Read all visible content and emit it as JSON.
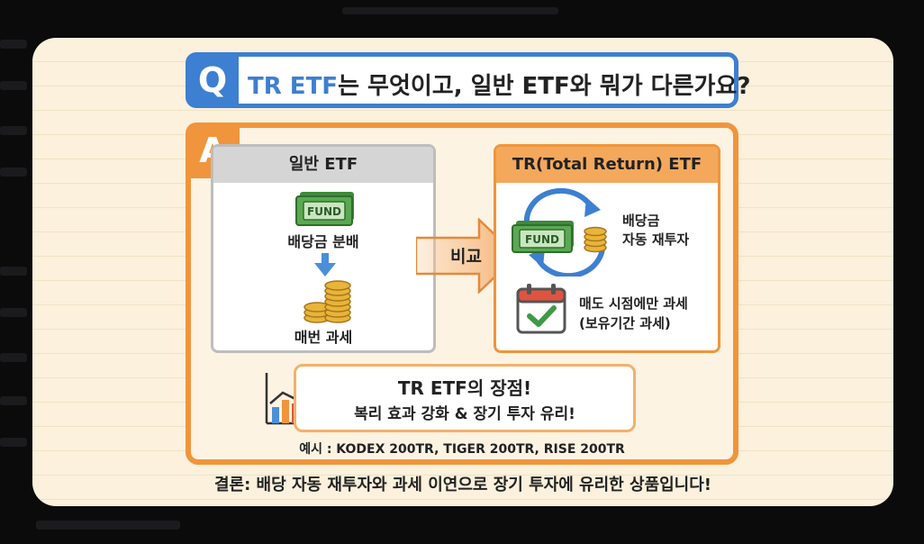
{
  "question": {
    "badge": "Q",
    "highlight": "TR ETF",
    "text": "는 무엇이고, 일반 ETF와 뭐가 다른가요?"
  },
  "answer": {
    "badge": "A",
    "left_box": {
      "header": "일반 ETF",
      "fund_label": "FUND",
      "dividend_label": "배당금 분배",
      "tax_label": "매번 과세"
    },
    "compare_label": "비교",
    "right_box": {
      "header": "TR(Total Return) ETF",
      "fund_label": "FUND",
      "reinvest_line1": "배당금",
      "reinvest_line2": "자동 재투자",
      "tax_line1": "매도 시점에만 과세",
      "tax_line2": "(보유기간 과세)"
    },
    "advantage": {
      "title": "TR ETF의 장점!",
      "subtitle": "복리 효과 강화 & 장기 투자 유리!"
    },
    "example": "예시 : KODEX 200TR, TIGER 200TR, RISE 200TR"
  },
  "conclusion": "결론: 배당 자동 재투자와 과세 이연으로 장기 투자에 유리한 상품입니다!",
  "colors": {
    "blue": "#3d7fd1",
    "orange": "#f0953c",
    "money_green": "#4f9a4a",
    "gold": "#e2a92e",
    "background": "#fbf1dc"
  }
}
